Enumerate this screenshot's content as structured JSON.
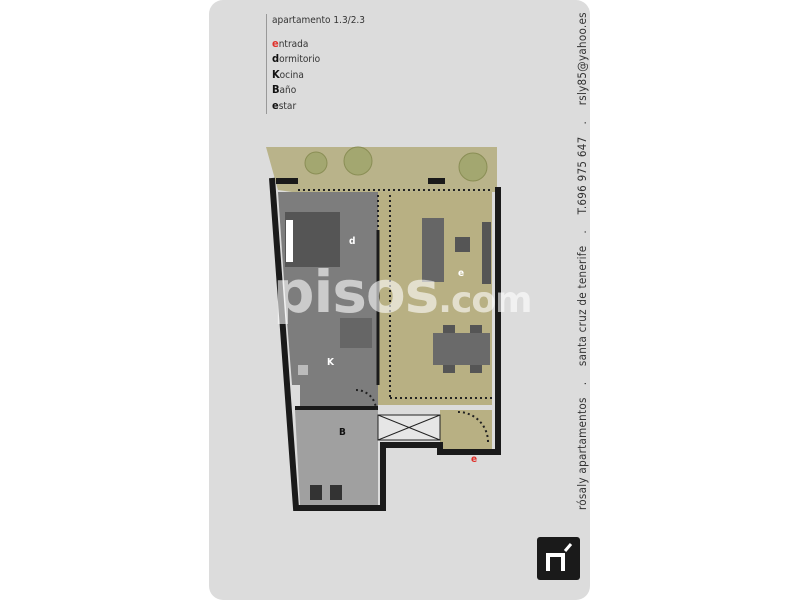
{
  "header": {
    "title": "apartamento 1.3/2.3"
  },
  "legend": [
    {
      "initial": "e",
      "rest": "ntrada",
      "color": "#e0302a"
    },
    {
      "initial": "d",
      "rest": "ormitorio"
    },
    {
      "initial": "K",
      "rest": "ocina"
    },
    {
      "initial": "B",
      "rest": "año"
    },
    {
      "initial": "e",
      "rest": "star"
    }
  ],
  "room_labels": {
    "dormitorio": "d",
    "kocina": "K",
    "bano": "B",
    "estar": "e",
    "entrada": "e"
  },
  "side_text": {
    "company": "rósaly apartamentos",
    "city": "santa cruz de tenerife",
    "phone": "T.696 975 647",
    "email": "rsly85@yahoo.es",
    "sep": "."
  },
  "watermark": {
    "main": "pisos",
    "suffix": ".com"
  },
  "colors": {
    "card": "#dcdcdc",
    "terrace": "#b9b38a",
    "room_gray": "#7d7d7d",
    "estar": "#b8b083",
    "wall": "#1a1a1a",
    "accent": "#e0302a"
  }
}
